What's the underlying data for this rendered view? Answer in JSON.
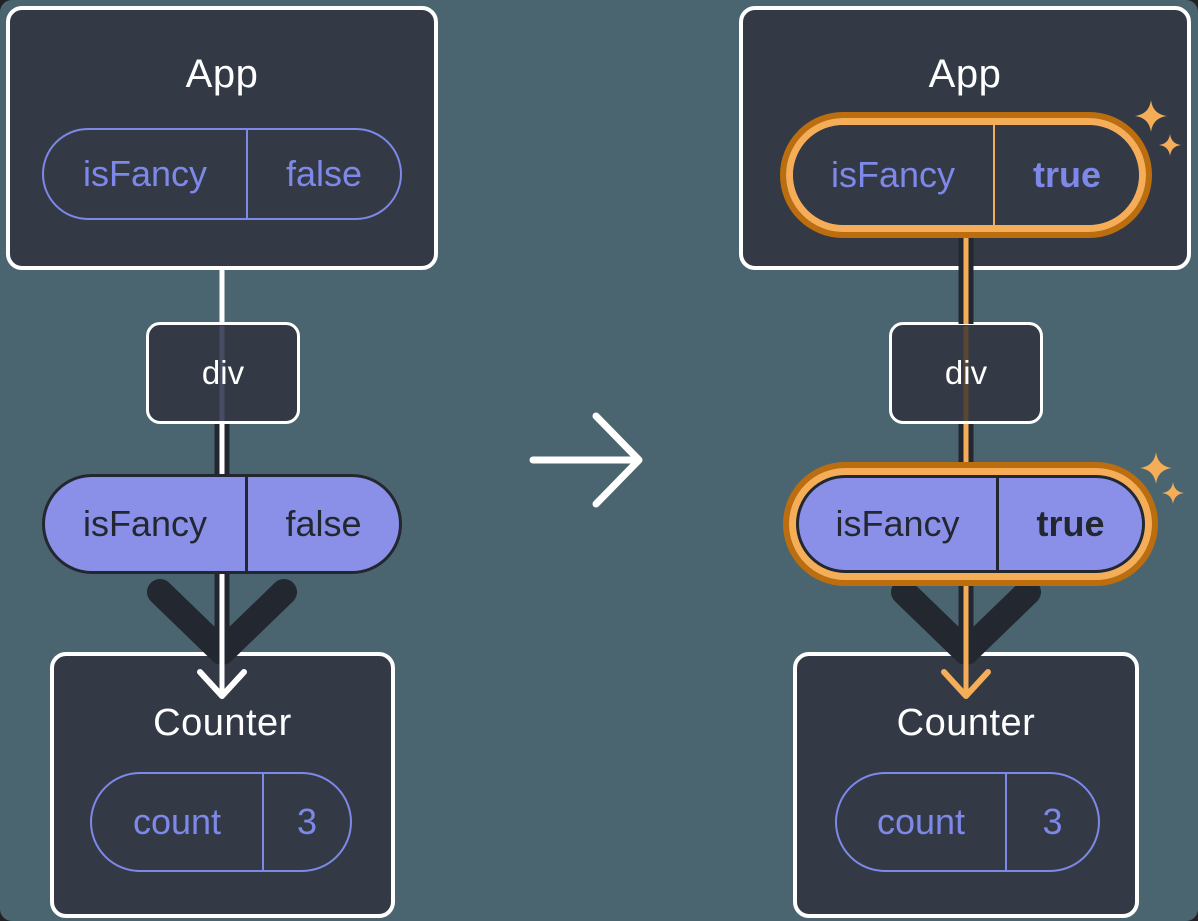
{
  "palette": {
    "background": "#4b6570",
    "card": "#333a46",
    "dark_line": "#23272f",
    "white": "#ffffff",
    "purple": "#7e88e8",
    "purple_fill": "#8a90e8",
    "highlight_orange_dark": "#bc6d0e",
    "highlight_orange_light": "#f5ad58"
  },
  "icons": {
    "transform_arrow": "right-arrow",
    "sparkle": "four-point-sparkle"
  },
  "before": {
    "app": {
      "title": "App",
      "prop_name": "isFancy",
      "prop_value": "false"
    },
    "div_label": "div",
    "passed_prop": {
      "name": "isFancy",
      "value": "false"
    },
    "counter": {
      "title": "Counter",
      "state_name": "count",
      "state_value": "3"
    }
  },
  "after": {
    "app": {
      "title": "App",
      "prop_name": "isFancy",
      "prop_value": "true"
    },
    "div_label": "div",
    "passed_prop": {
      "name": "isFancy",
      "value": "true"
    },
    "counter": {
      "title": "Counter",
      "state_name": "count",
      "state_value": "3"
    }
  }
}
